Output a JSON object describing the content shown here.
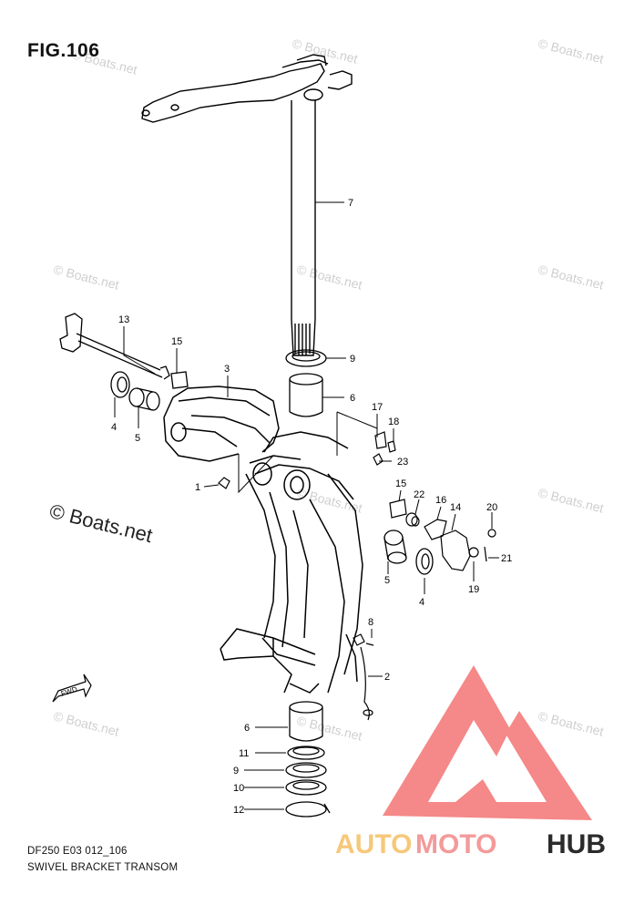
{
  "figure": {
    "title": "FIG.106"
  },
  "footer": {
    "code": "DF250 E03 012_106",
    "name": "SWIVEL BRACKET TRANSOM"
  },
  "watermark": {
    "text": "© Boats.net"
  },
  "brand": {
    "part1": "AUTO",
    "part2": "MOTO",
    "part3": "HUB",
    "colors": {
      "auto": "#f6c87a",
      "moto": "#f39a9a",
      "hub": "#2b2b2b",
      "logo": "#ee3b3b"
    }
  },
  "direction_arrow": {
    "label": "FWD"
  },
  "callouts": [
    "7",
    "9",
    "6",
    "13",
    "15",
    "3",
    "4",
    "5",
    "17",
    "18",
    "23",
    "1",
    "15",
    "22",
    "16",
    "14",
    "20",
    "21",
    "19",
    "5",
    "4",
    "8",
    "2",
    "6",
    "11",
    "9",
    "10",
    "12"
  ]
}
